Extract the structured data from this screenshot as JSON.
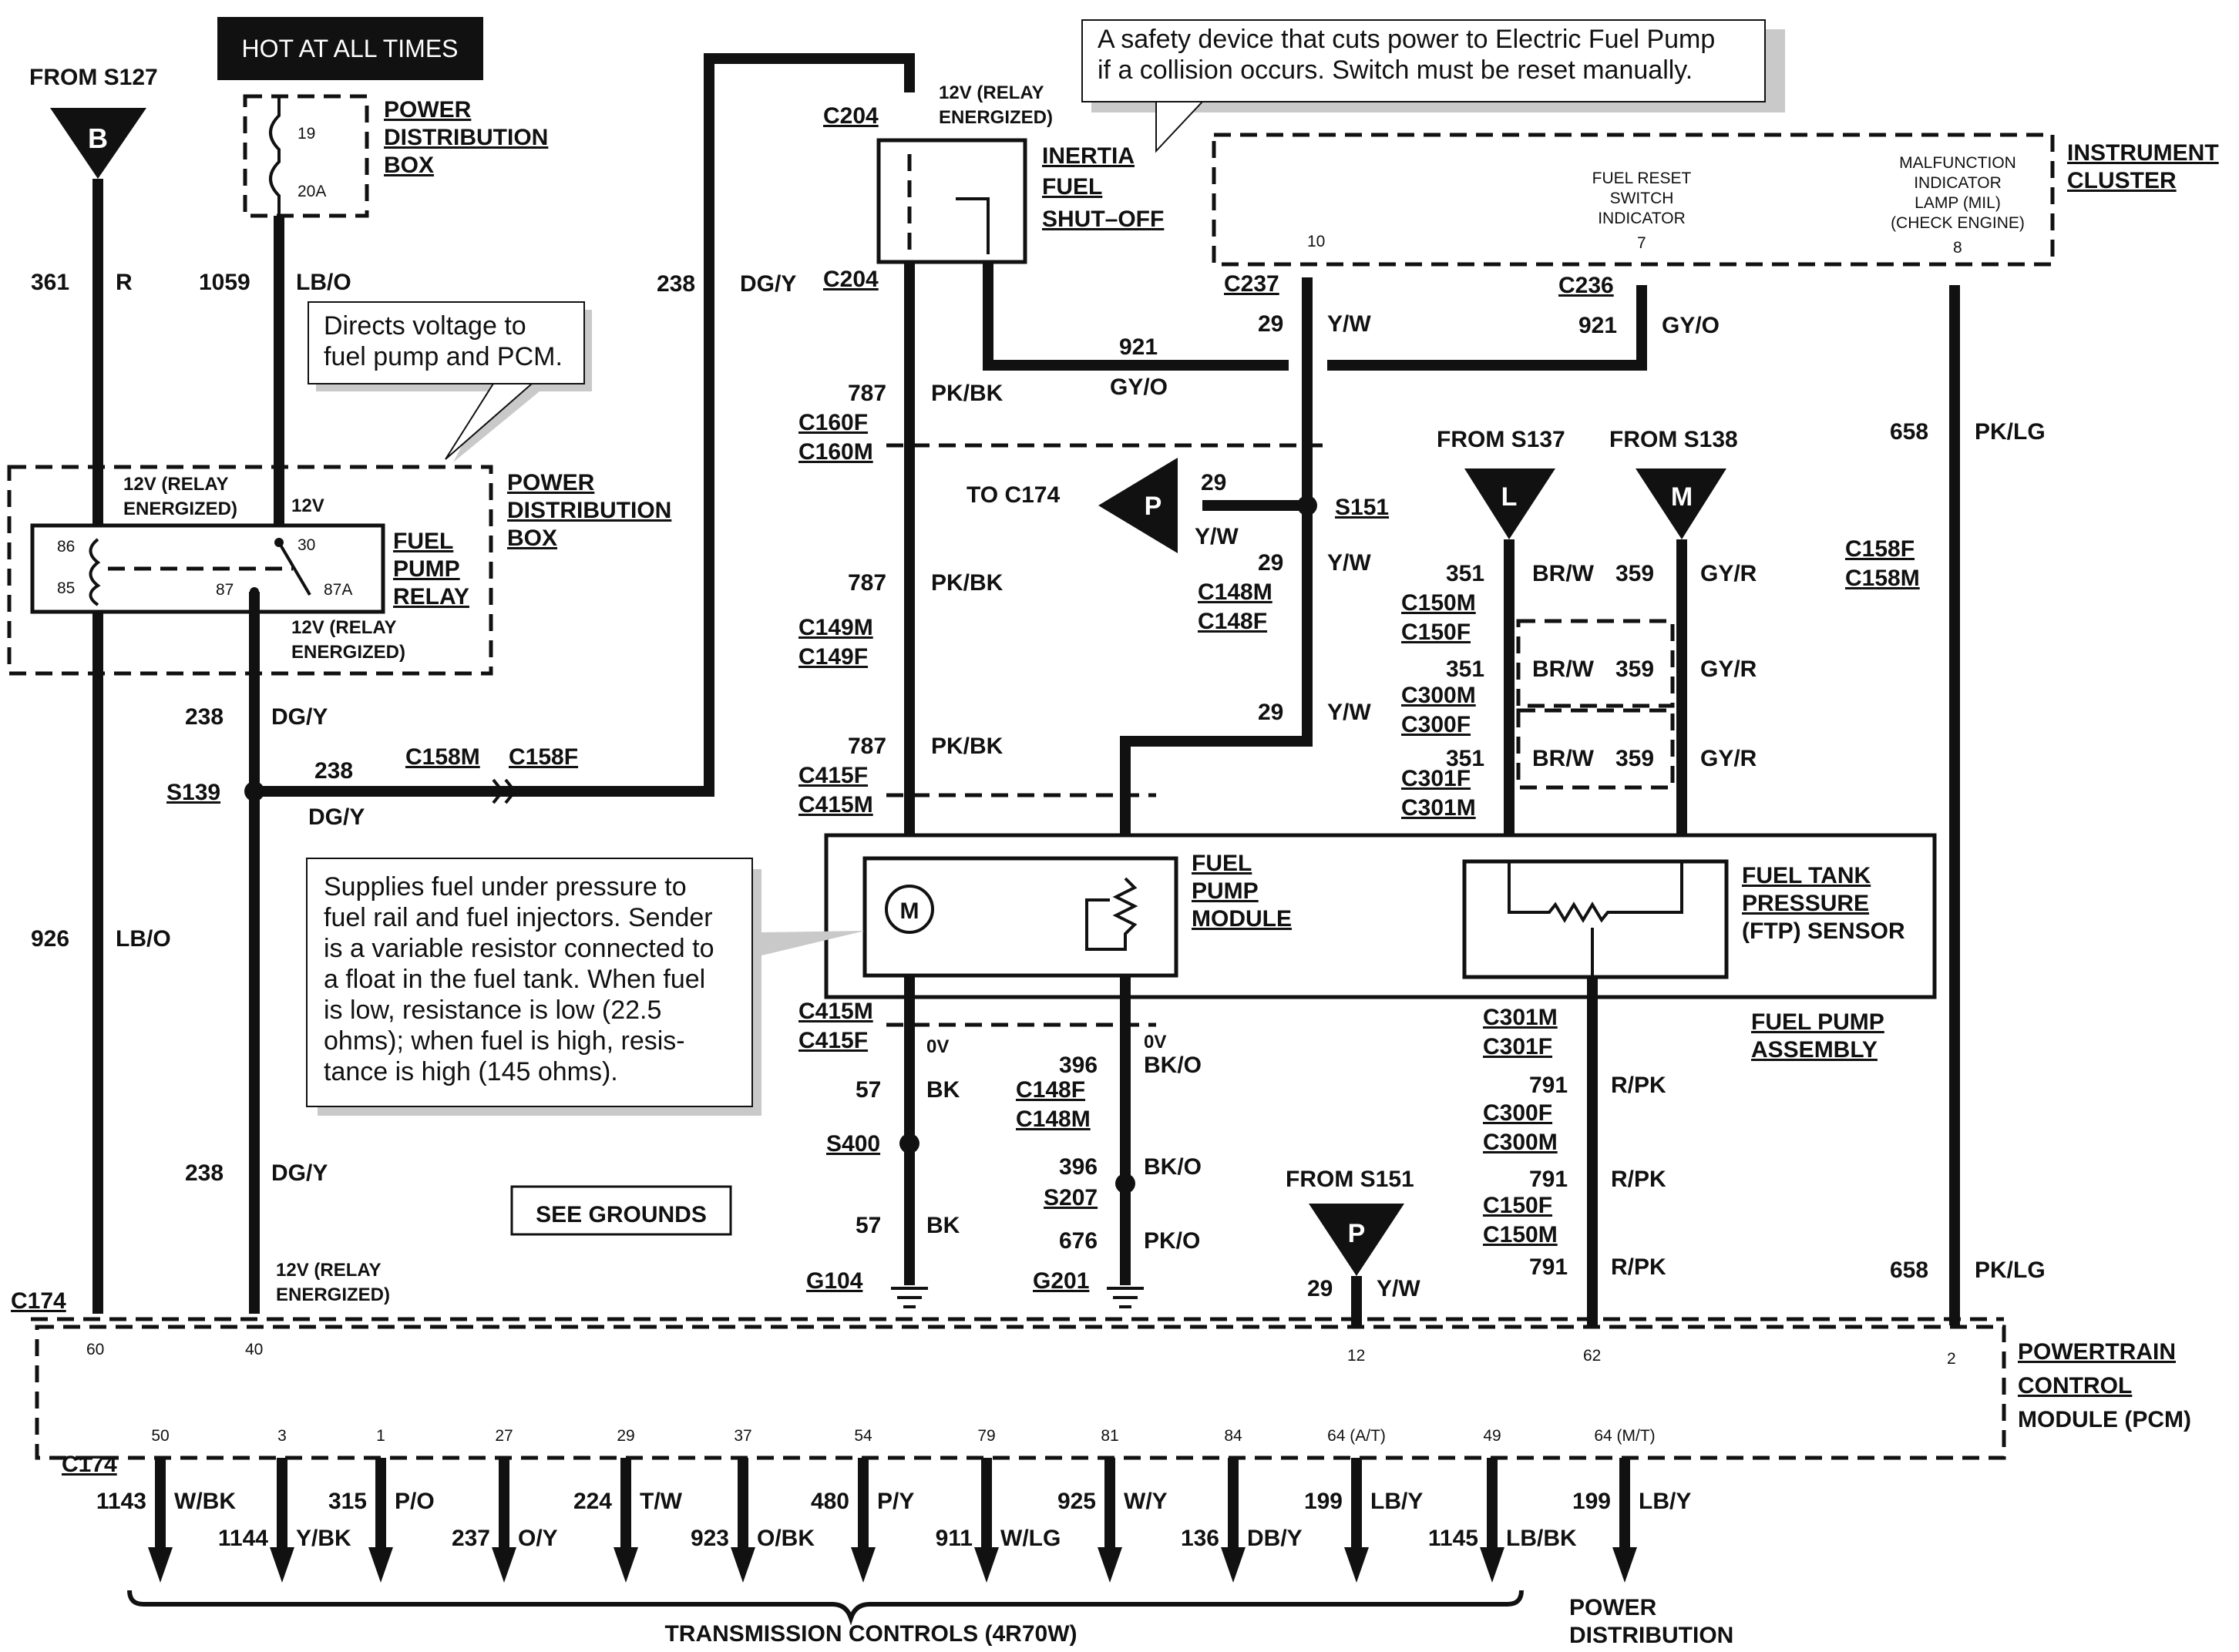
{
  "header": {
    "hot_label": "HOT AT ALL TIMES"
  },
  "sources": {
    "s127": "FROM S127",
    "s137": "FROM S137",
    "s138": "FROM S138",
    "s151": "FROM S151",
    "tri_b": "B",
    "tri_l": "L",
    "tri_m": "M",
    "tri_p": "P",
    "tri_p2": "P",
    "to_c174": "TO C174"
  },
  "notes": {
    "safety": [
      "A safety device that cuts power to  Electric Fuel Pump",
      "if a collision occurs. Switch must be reset manually."
    ],
    "relay": [
      "Directs voltage to",
      "fuel pump and PCM."
    ],
    "pump": [
      "Supplies fuel under pressure to",
      "fuel rail and fuel injectors. Sender",
      "is a variable resistor connected to",
      "a float in the fuel tank. When fuel",
      "is low, resistance is low (22.5",
      "ohms); when fuel is high, resis-",
      "tance is high (145 ohms)."
    ]
  },
  "components": {
    "pdb_top": [
      "POWER",
      "DISTRIBUTION",
      "BOX"
    ],
    "pdb_mid": [
      "POWER",
      "DISTRIBUTION",
      "BOX"
    ],
    "relay": [
      "FUEL",
      "PUMP",
      "RELAY"
    ],
    "inertia": [
      "INERTIA",
      "FUEL",
      "SHUT–OFF"
    ],
    "cluster": [
      "INSTRUMENT",
      "CLUSTER"
    ],
    "fuel_reset": [
      "FUEL RESET",
      "SWITCH",
      "INDICATOR"
    ],
    "mil": [
      "MALFUNCTION",
      "INDICATOR",
      "LAMP (MIL)",
      "(CHECK ENGINE)"
    ],
    "pump_module": [
      "FUEL",
      "PUMP",
      "MODULE"
    ],
    "ftp": [
      "FUEL TANK",
      "PRESSURE",
      "(FTP) SENSOR"
    ],
    "pump_assembly": [
      "FUEL PUMP",
      "ASSEMBLY"
    ],
    "pcm": [
      "POWERTRAIN",
      "CONTROL",
      "MODULE (PCM)"
    ],
    "see_grounds": "SEE GROUNDS",
    "trans": "TRANSMISSION CONTROLS (4R70W)",
    "power_dist": [
      "POWER",
      "DISTRIBUTION"
    ]
  },
  "fuses": {
    "f19": "19",
    "f20a": "20A"
  },
  "relay_pins": {
    "p86": "86",
    "p85": "85",
    "p30": "30",
    "p87": "87",
    "p87a": "87A",
    "v12": "12V"
  },
  "cluster_pins": {
    "p10": "10",
    "p7": "7",
    "p8": "8"
  },
  "pcm_pins_top": {
    "p60": "60",
    "p40": "40",
    "p12": "12",
    "p62": "62",
    "p2": "2"
  },
  "relay_energized": [
    "12V (RELAY",
    "ENERGIZED)"
  ],
  "zero_v": "0V",
  "connectors": {
    "c204a": "C204",
    "c204b": "C204",
    "c237": "C237",
    "c236": "C236",
    "c160f": "C160F",
    "c160m": "C160M",
    "c149m": "C149M",
    "c149f": "C149F",
    "c415f_a": "C415F",
    "c415m_a": "C415M",
    "c415m_b": "C415M",
    "c415f_b": "C415F",
    "c148m_a": "C148M",
    "c148f_a": "C148F",
    "c148f_b": "C148F",
    "c148m_b": "C148M",
    "c150m_a": "C150M",
    "c150f_a": "C150F",
    "c300m_a": "C300M",
    "c300f_a": "C300F",
    "c301f_a": "C301F",
    "c301m_a": "C301M",
    "c301m_b": "C301M",
    "c301f_b": "C301F",
    "c300f_b": "C300F",
    "c300m_b": "C300M",
    "c150f_b": "C150F",
    "c150m_b": "C150M",
    "c158f_a": "C158F",
    "c158m_a": "C158M",
    "c158m_b": "C158M",
    "c158f_b": "C158F",
    "c174_a": "C174",
    "c174_b": "C174",
    "s139": "S139",
    "s151": "S151",
    "s400": "S400",
    "s207": "S207",
    "g104": "G104",
    "g201": "G201"
  },
  "wires": {
    "w361": "361",
    "w361c": "R",
    "w1059": "1059",
    "w1059c": "LB/O",
    "w238a": "238",
    "w238ac": "DG/Y",
    "w238b": "238",
    "w238bc": "DG/Y",
    "w238c": "238",
    "w238cc": "DG/Y",
    "w238d": "238",
    "w238dc": "DG/Y",
    "w926": "926",
    "w926c": "LB/O",
    "w787a": "787",
    "w787ac": "PK/BK",
    "w787b": "787",
    "w787bc": "PK/BK",
    "w787c": "787",
    "w787cc": "PK/BK",
    "w921a": "921",
    "w921ac": "GY/O",
    "w921b": "921",
    "w921bc": "GY/O",
    "w29a": "29",
    "w29ac": "Y/W",
    "w29b": "29",
    "w29bc": "Y/W",
    "w29c": "29",
    "w29cc": "Y/W",
    "w29d": "29",
    "w29dc": "Y/W",
    "w29e": "29",
    "w29ec": "Y/W",
    "w658a": "658",
    "w658ac": "PK/LG",
    "w658b": "658",
    "w658bc": "PK/LG",
    "w351a": "351",
    "w351ac": "BR/W",
    "w351b": "351",
    "w351bc": "BR/W",
    "w351c": "351",
    "w351cc": "BR/W",
    "w359a": "359",
    "w359ac": "GY/R",
    "w359b": "359",
    "w359bc": "GY/R",
    "w359c": "359",
    "w359cc": "GY/R",
    "w57a": "57",
    "w57ac": "BK",
    "w57b": "57",
    "w57bc": "BK",
    "w396a": "396",
    "w396ac": "BK/O",
    "w396b": "396",
    "w396bc": "BK/O",
    "w676": "676",
    "w676c": "PK/O",
    "w791a": "791",
    "w791ac": "R/PK",
    "w791b": "791",
    "w791bc": "R/PK",
    "w791c": "791",
    "w791cc": "R/PK"
  },
  "bottom_wires": [
    {
      "pin": "50",
      "num": "1143",
      "color": "W/BK"
    },
    {
      "pin": "3",
      "num": "1144",
      "color": "Y/BK"
    },
    {
      "pin": "1",
      "num": "315",
      "color": "P/O"
    },
    {
      "pin": "27",
      "num": "237",
      "color": "O/Y"
    },
    {
      "pin": "29",
      "num": "224",
      "color": "T/W"
    },
    {
      "pin": "37",
      "num": "923",
      "color": "O/BK"
    },
    {
      "pin": "54",
      "num": "480",
      "color": "P/Y"
    },
    {
      "pin": "79",
      "num": "911",
      "color": "W/LG"
    },
    {
      "pin": "81",
      "num": "925",
      "color": "W/Y"
    },
    {
      "pin": "84",
      "num": "136",
      "color": "DB/Y"
    },
    {
      "pin": "64 (A/T)",
      "num": "199",
      "color": "LB/Y"
    },
    {
      "pin": "49",
      "num": "1145",
      "color": "LB/BK"
    },
    {
      "pin": "64 (M/T)",
      "num": "199",
      "color": "LB/Y"
    }
  ]
}
